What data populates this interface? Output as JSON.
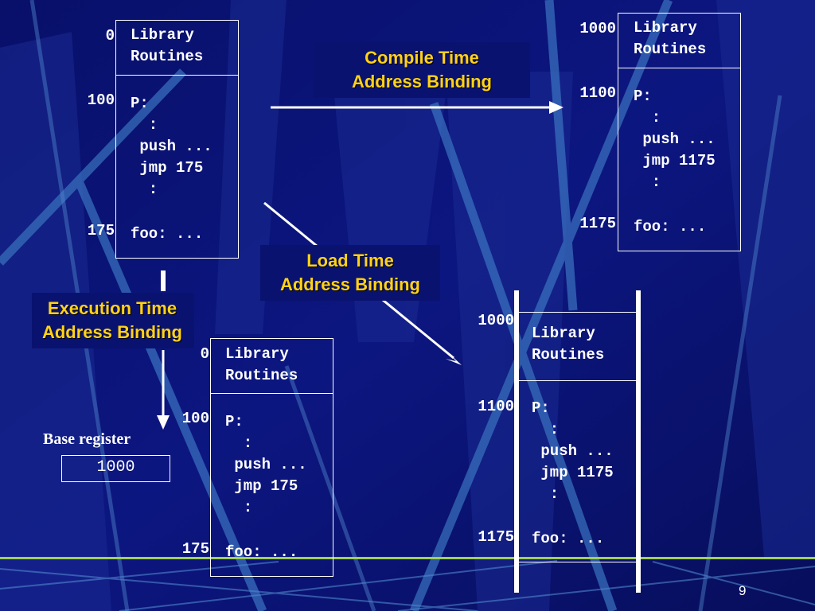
{
  "memory_maps": {
    "original": {
      "addresses": [
        "0",
        "100",
        "175"
      ],
      "header_lines": [
        "Library",
        "Routines"
      ],
      "code_lines": [
        "P:",
        "  :",
        " push ...",
        " jmp 175",
        "  :",
        "",
        "foo: ..."
      ]
    },
    "compile_time": {
      "addresses": [
        "1000",
        "1100",
        "1175"
      ],
      "header_lines": [
        "Library",
        "Routines"
      ],
      "code_lines": [
        "P:",
        "  :",
        " push ...",
        " jmp 1175",
        "  :",
        "",
        "foo: ..."
      ]
    },
    "load_time": {
      "addresses": [
        "1000",
        "1100",
        "1175"
      ],
      "header_lines": [
        "Library",
        "Routines"
      ],
      "code_lines": [
        "P:",
        "  :",
        " push ...",
        " jmp 1175",
        "  :",
        "",
        "foo: ..."
      ]
    },
    "execution_time": {
      "addresses": [
        "0",
        "100",
        "175"
      ],
      "header_lines": [
        "Library",
        "Routines"
      ],
      "code_lines": [
        "P:",
        "  :",
        " push ...",
        " jmp 175",
        "  :",
        "",
        "foo: ..."
      ]
    }
  },
  "captions": {
    "compile_time": [
      "Compile Time",
      "Address Binding"
    ],
    "load_time": [
      "Load Time",
      "Address Binding"
    ],
    "execution_time": [
      "Execution Time",
      "Address Binding"
    ]
  },
  "base_register": {
    "label": "Base register",
    "value": "1000"
  },
  "page_number": "9",
  "colors": {
    "background": "#0a1270",
    "caption_text": "#ffd21a",
    "lines": "#ffffff",
    "floor_stripe": "#9fcf5a"
  }
}
